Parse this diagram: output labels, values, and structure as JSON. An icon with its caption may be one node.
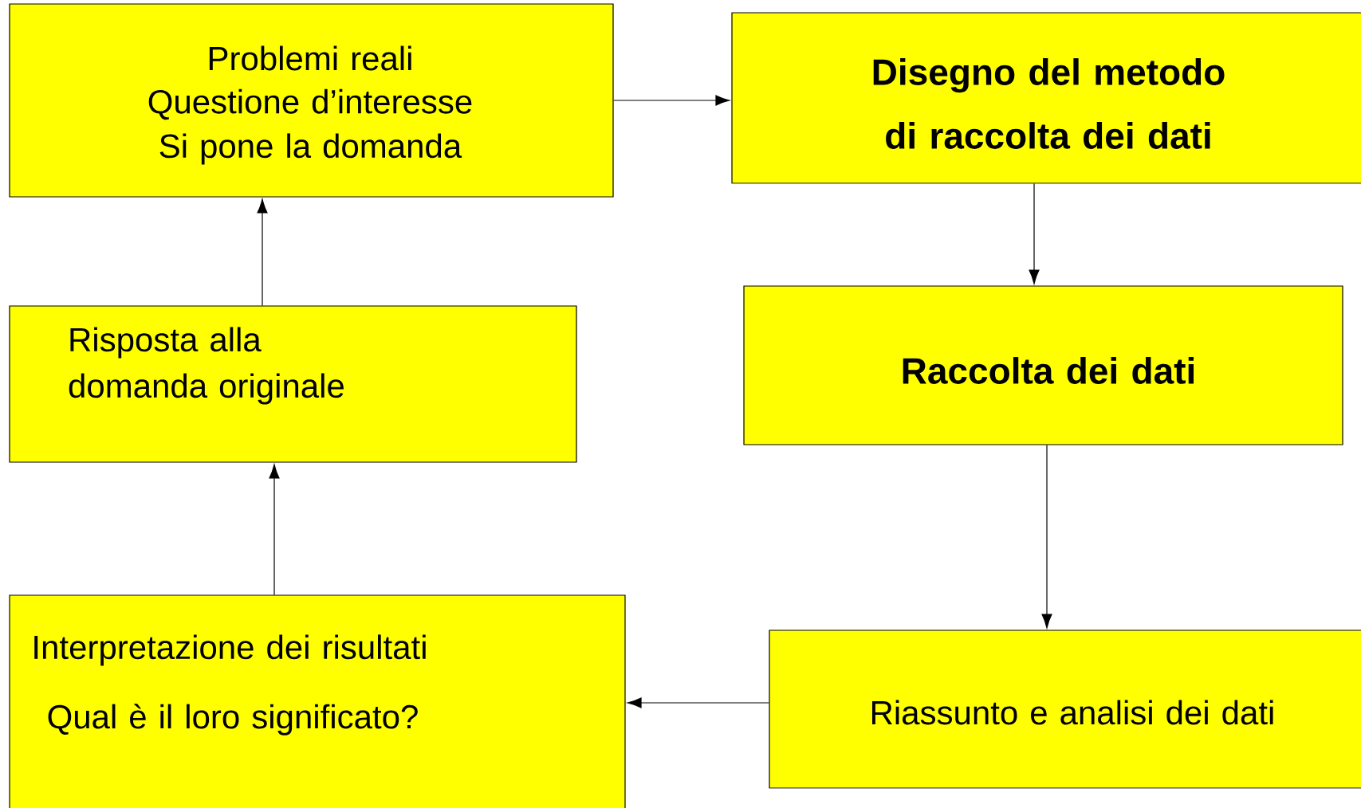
{
  "diagram": {
    "nodes": [
      {
        "text": [
          "Problemi reali",
          "Questione d’interesse",
          "Si pone la domanda"
        ]
      },
      {
        "text": [
          "Disegno del metodo di raccolta dei dati"
        ]
      },
      {
        "text": [
          "Raccolta dei dati"
        ]
      },
      {
        "text": [
          "Riassunto e analisi dei dati"
        ]
      },
      {
        "text": [
          "Interpretazione dei risultati",
          "Qual è il loro significato?"
        ]
      },
      {
        "text": [
          "Risposta alla domanda originale"
        ]
      }
    ],
    "edges": [
      {
        "from": 0,
        "to": 1,
        "arrow": "to"
      },
      {
        "from": 1,
        "to": 2,
        "arrow": "to"
      },
      {
        "from": 2,
        "to": 3,
        "arrow": "to"
      },
      {
        "from": 3,
        "to": 4,
        "arrow": "to"
      },
      {
        "from": 4,
        "to": 5,
        "arrow": "to"
      },
      {
        "from": 5,
        "to": 0,
        "arrow": "to"
      }
    ]
  }
}
